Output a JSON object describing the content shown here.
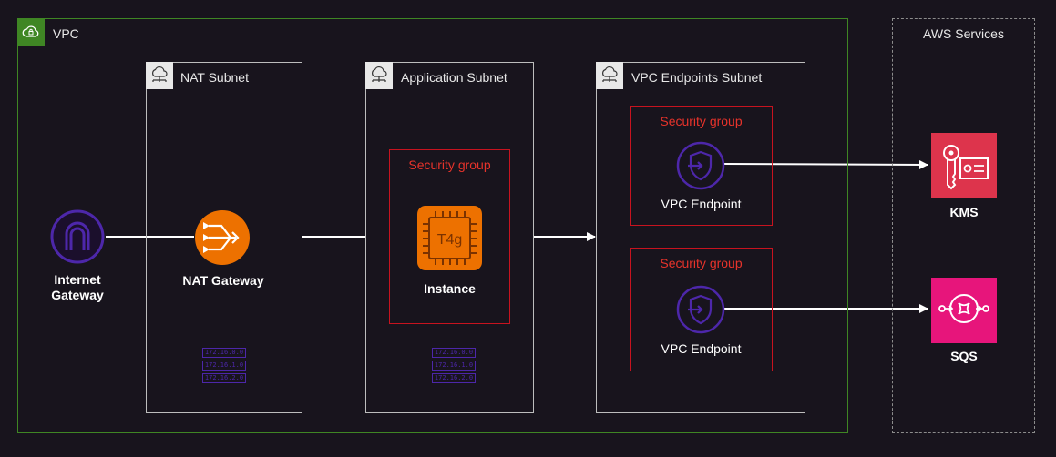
{
  "vpc": {
    "label": "VPC"
  },
  "aws_services": {
    "label": "AWS Services"
  },
  "subnets": {
    "nat": {
      "label": "NAT Subnet"
    },
    "app": {
      "label": "Application Subnet"
    },
    "endpoints": {
      "label": "VPC Endpoints Subnet"
    }
  },
  "cidrs": [
    "172.16.0.0",
    "172.16.1.0",
    "172.16.2.0"
  ],
  "security_groups": {
    "app": "Security group",
    "ep1": "Security group",
    "ep2": "Security group"
  },
  "nodes": {
    "igw": "Internet Gateway",
    "nat": "NAT Gateway",
    "instance": "Instance",
    "instance_chip": "T4g",
    "endpoint1": "VPC Endpoint",
    "endpoint2": "VPC Endpoint",
    "kms": "KMS",
    "sqs": "SQS"
  },
  "colors": {
    "background": "#18141d",
    "vpc_border": "#3f8624",
    "security_group": "#c7131f",
    "network_purple": "#4d27aa",
    "compute_orange": "#ed7100",
    "security_red": "#dd344c",
    "sqs_pink": "#e7157b"
  }
}
